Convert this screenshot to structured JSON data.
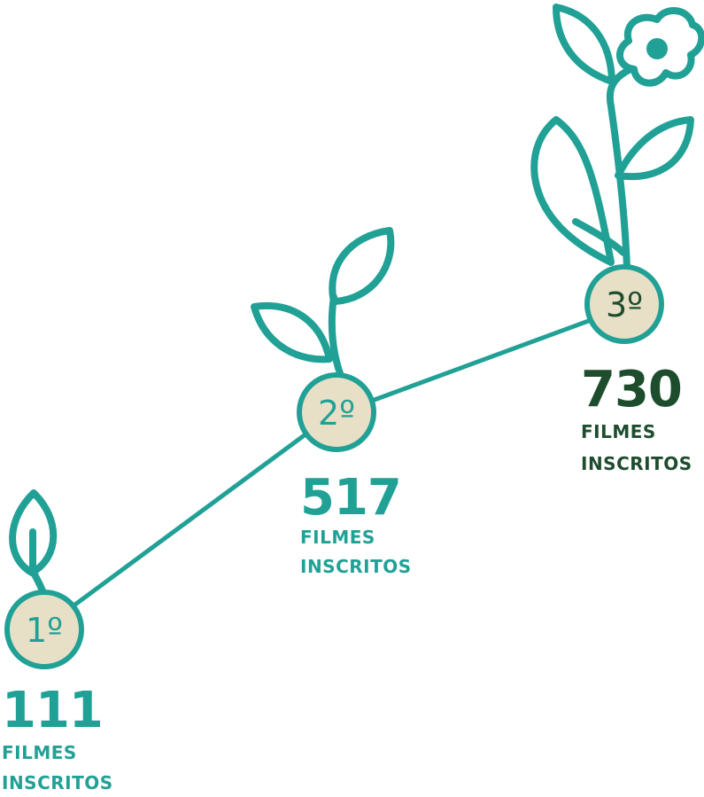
{
  "colors": {
    "teal": "#21a196",
    "cream": "#e8e0c6",
    "dark_green": "#1e4d2e"
  },
  "stages": [
    {
      "ordinal": "1º",
      "count": "111",
      "label_line1": "FILMES",
      "label_line2": "INSCRITOS",
      "plant": "single-leaf-sprout-icon"
    },
    {
      "ordinal": "2º",
      "count": "517",
      "label_line1": "FILMES",
      "label_line2": "INSCRITOS",
      "plant": "two-leaf-sprout-icon"
    },
    {
      "ordinal": "3º",
      "count": "730",
      "label_line1": "FILMES",
      "label_line2": "INSCRITOS",
      "plant": "flowering-plant-icon"
    }
  ]
}
